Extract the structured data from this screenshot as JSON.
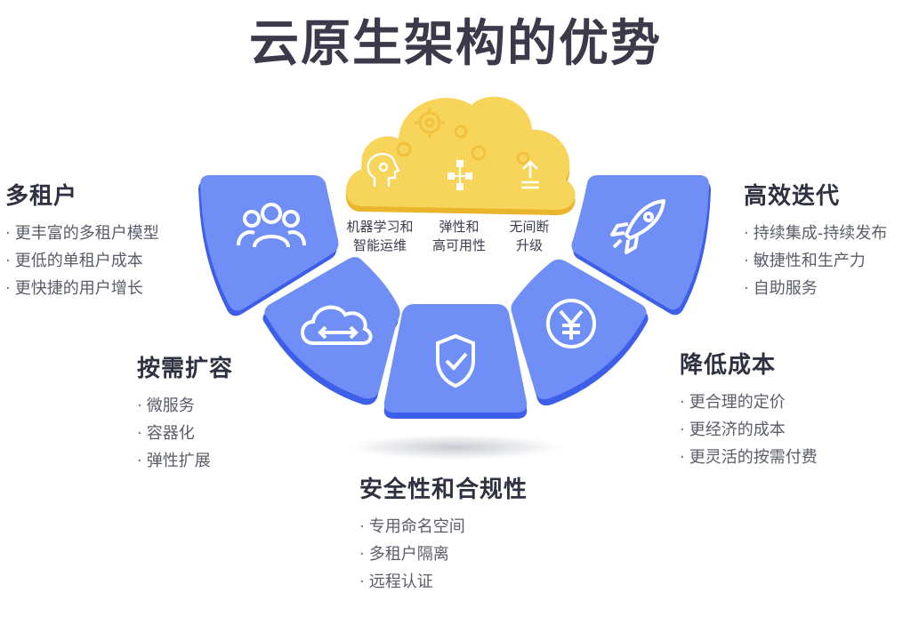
{
  "title": "云原生架构的优势",
  "cloud": {
    "labels": [
      {
        "line1": "机器学习和",
        "line2": "智能运维"
      },
      {
        "line1": "弹性和",
        "line2": "高可用性"
      },
      {
        "line1": "无间断",
        "line2": "升级"
      }
    ],
    "icons": [
      "head-lightbulb-icon",
      "network-icon",
      "upload-icon"
    ]
  },
  "segments": {
    "icons": [
      "users-icon",
      "cloud-arrows-icon",
      "shield-check-icon",
      "yuan-coin-icon",
      "rocket-icon"
    ]
  },
  "groups": {
    "multi_tenant": {
      "heading": "多租户",
      "items": [
        "更丰富的多租户模型",
        "更低的单租户成本",
        "更快捷的用户增长"
      ]
    },
    "scaling": {
      "heading": "按需扩容",
      "items": [
        "微服务",
        "容器化",
        "弹性扩展"
      ]
    },
    "security": {
      "heading": "安全性和合规性",
      "items": [
        "专用命名空间",
        "多租户隔离",
        "远程认证"
      ]
    },
    "cost": {
      "heading": "降低成本",
      "items": [
        "更合理的定价",
        "更经济的成本",
        "更灵活的按需付费"
      ]
    },
    "iteration": {
      "heading": "高效迭代",
      "items": [
        "持续集成-持续发布",
        "敏捷性和生产力",
        "自助服务"
      ]
    }
  },
  "colors": {
    "segment_front": "#6f8ff7",
    "segment_back": "#3c5ee8",
    "cloud_front": "#f7d45a",
    "cloud_back": "#eab52b",
    "title": "#3b3a4a"
  }
}
